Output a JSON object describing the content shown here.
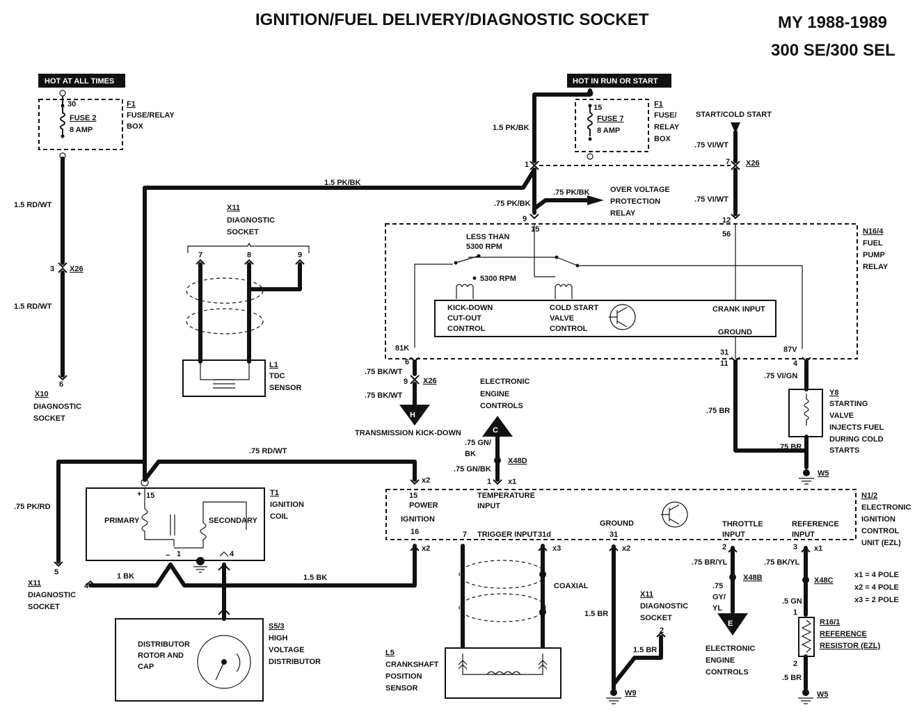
{
  "header": {
    "title": "IGNITION/FUEL DELIVERY/DIAGNOSTIC SOCKET",
    "model_year": "MY 1988-1989",
    "model": "300 SE/300 SEL"
  },
  "power": {
    "hot_always": "HOT AT ALL TIMES",
    "hot_run": "HOT IN RUN OR START"
  },
  "fuse2": {
    "name": "FUSE 2",
    "amp": "8 AMP",
    "pin_top": "30",
    "box_id": "F1",
    "box_l1": "FUSE/RELAY",
    "box_l2": "BOX"
  },
  "fuse7": {
    "name": "FUSE 7",
    "amp": "8 AMP",
    "pin_top": "15",
    "box_id": "F1",
    "box_l1": "FUSE/",
    "box_l2": "RELAY",
    "box_l3": "BOX"
  },
  "start_cold": "START/COLD START",
  "wires": {
    "rd_wt_15": "1.5 RD/WT",
    "pk_bk_15": "1.5 PK/BK",
    "pk_bk_075": ".75 PK/BK",
    "vi_wt_075": ".75 VI/WT",
    "bk_wt_075": ".75 BK/WT",
    "vi_gn_075": ".75 VI/GN",
    "br_075": ".75 BR",
    "rd_wt_075": ".75 RD/WT",
    "pk_rd_075": ".75 PK/RD",
    "bk_1": "1 BK",
    "bk_15": "1.5 BK",
    "gn_bk_075": ".75 GN/",
    "gn_bk_075b": "BK",
    "gn_bk_075_full": ".75 GN/BK",
    "br_15": "1.5 BR",
    "br_yl_075": ".75 BR/YL",
    "gy_yl_a": ".75",
    "gy_yl_b": "GY/",
    "gy_yl_c": "YL",
    "bk_yl_075": ".75 BK/YL",
    "br_05": ".5 GN",
    "br_05b": ".5 BR"
  },
  "connectors": {
    "x26": "X26",
    "x48d": "X48D",
    "x48b": "X48B",
    "x48c": "X48C",
    "x1": "x1",
    "x2": "x2",
    "x3": "x3"
  },
  "pins": {
    "p3": "3",
    "p6": "6",
    "p1": "1",
    "p7": "7",
    "p9": "9",
    "p15": "15",
    "p12": "12",
    "p56": "56",
    "p81k": "81K",
    "p31": "31",
    "p87v": "87V",
    "p11": "11",
    "p4": "4",
    "p5": "5",
    "p8": "8",
    "p2": "2",
    "p16": "16",
    "p31d": "31d",
    "plus": "+",
    "minus": "−"
  },
  "over_voltage": {
    "l1": "OVER VOLTAGE",
    "l2": "PROTECTION",
    "l3": "RELAY"
  },
  "x10": {
    "l1": "X10",
    "l2": "DIAGNOSTIC",
    "l3": "SOCKET"
  },
  "x11_top": {
    "l1": "X11",
    "l2": "DIAGNOSTIC",
    "l3": "SOCKET"
  },
  "x11_left": {
    "l1": "X11",
    "l2": "DIAGNOSTIC",
    "l3": "SOCKET"
  },
  "x11_bottom": {
    "l1": "X11",
    "l2": "DIAGNOSTIC",
    "l3": "SOCKET"
  },
  "tdc": {
    "l1": "L1",
    "l2": "TDC",
    "l3": "SENSOR"
  },
  "fuel_pump": {
    "id": "N16/4",
    "l1": "FUEL",
    "l2": "PUMP",
    "l3": "RELAY",
    "less_than": "LESS THAN",
    "rpm1": "5300 RPM",
    "rpm2": "5300 RPM",
    "kick1": "KICK-DOWN",
    "kick2": "CUT-OUT",
    "kick3": "CONTROL",
    "cold1": "COLD START",
    "cold2": "VALVE",
    "cold3": "CONTROL",
    "crank": "CRANK INPUT",
    "ground": "GROUND"
  },
  "kickdown": {
    "letter": "H",
    "label": "TRANSMISSION KICK-DOWN"
  },
  "eec_top": {
    "letter": "C",
    "l1": "ELECTRONIC",
    "l2": "ENGINE",
    "l3": "CONTROLS"
  },
  "eec_bottom": {
    "letter": "E",
    "l1": "ELECTRONIC",
    "l2": "ENGINE",
    "l3": "CONTROLS"
  },
  "starting_valve": {
    "id": "Y8",
    "l1": "STARTING",
    "l2": "VALVE",
    "l3": "INJECTS FUEL",
    "l4": "DURING COLD",
    "l5": "STARTS"
  },
  "grounds": {
    "w5a": "W5",
    "w5b": "W5",
    "w9": "W9"
  },
  "coil": {
    "id": "T1",
    "l1": "IGNITION",
    "l2": "COIL",
    "primary": "PRIMARY",
    "secondary": "SECONDARY"
  },
  "ezl": {
    "id": "N1/2",
    "l1": "ELECTRONIC",
    "l2": "IGNITION",
    "l3": "CONTROL",
    "l4": "UNIT (EZL)",
    "power": "POWER",
    "ignition": "IGNITION",
    "temp1": "TEMPERATURE",
    "temp2": "INPUT",
    "trigger": "TRIGGER INPUT",
    "ground": "GROUND",
    "throttle1": "THROTTLE",
    "throttle2": "INPUT",
    "ref1": "REFERENCE",
    "ref2": "INPUT"
  },
  "coaxial": "COAXIAL",
  "distributor": {
    "id": "S5/3",
    "l1": "HIGH",
    "l2": "VOLTAGE",
    "l3": "DISTRIBUTOR",
    "inner1": "DISTRIBUTOR",
    "inner2": "ROTOR AND",
    "inner3": "CAP"
  },
  "crankshaft": {
    "id": "L5",
    "l1": "CRANKSHAFT",
    "l2": "POSITION",
    "l3": "SENSOR"
  },
  "ref_resistor": {
    "id": "R16/1",
    "l1": "REFERENCE",
    "l2": "RESISTOR (EZL)"
  },
  "legend": {
    "a": "x1 = 4 POLE",
    "b": "x2 = 4 POLE",
    "c": "x3 = 2 POLE"
  }
}
